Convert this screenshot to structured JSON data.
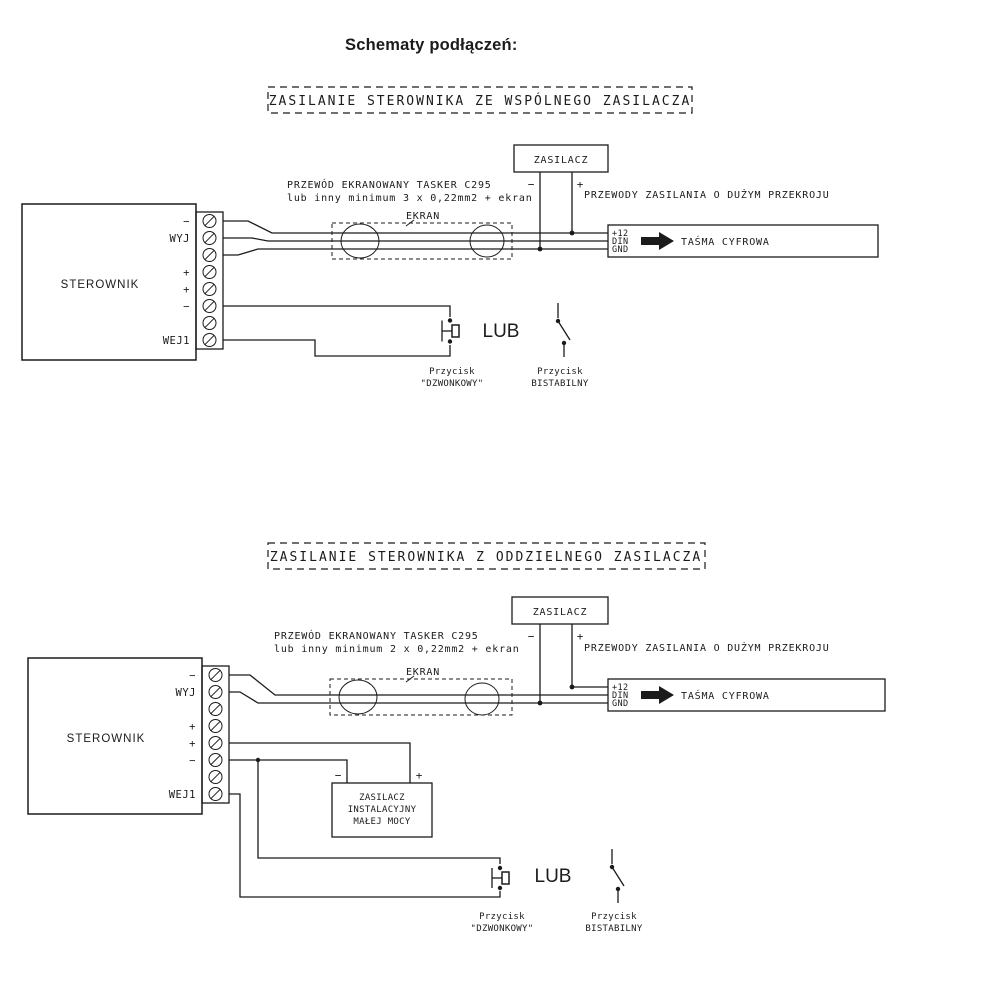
{
  "title": "Schematy podłączeń:",
  "top": {
    "banner": "ZASILANIE STEROWNIKA ZE WSPÓLNEGO ZASILACZA",
    "psu": {
      "label": "ZASILACZ",
      "minus": "−",
      "plus": "+"
    },
    "cable_note1": "PRZEWÓD EKRANOWANY TASKER C295",
    "cable_note2": "lub inny minimum 3 x 0,22mm2 + ekran",
    "power_note": "PRZEWODY ZASILANIA O DUŻYM PRZEKROJU",
    "shield": "EKRAN",
    "controller": {
      "label": "STEROWNIK",
      "t1": "−",
      "t2": "WYJ",
      "t4": "+",
      "t5": "+",
      "t6": "−",
      "t8": "WEJ1"
    },
    "strip": {
      "pin1": "+12",
      "pin2": "DIN",
      "pin3": "GND",
      "label": "TAŚMA CYFROWA"
    },
    "or": "LUB",
    "btn_momentary": {
      "line1": "Przycisk",
      "line2": "\"DZWONKOWY\""
    },
    "btn_bistable": {
      "line1": "Przycisk",
      "line2": "BISTABILNY"
    }
  },
  "bottom": {
    "banner": "ZASILANIE STEROWNIKA Z ODDZIELNEGO ZASILACZA",
    "psu": {
      "label": "ZASILACZ",
      "minus": "−",
      "plus": "+"
    },
    "cable_note1": "PRZEWÓD EKRANOWANY TASKER C295",
    "cable_note2": "lub inny minimum 2 x 0,22mm2 + ekran",
    "power_note": "PRZEWODY ZASILANIA O DUŻYM PRZEKROJU",
    "shield": "EKRAN",
    "controller": {
      "label": "STEROWNIK",
      "t1": "−",
      "t2": "WYJ",
      "t4": "+",
      "t5": "+",
      "t6": "−",
      "t8": "WEJ1"
    },
    "strip": {
      "pin1": "+12",
      "pin2": "DIN",
      "pin3": "GND",
      "label": "TAŚMA CYFROWA"
    },
    "psu_small": {
      "line1": "ZASILACZ",
      "line2": "INSTALACYJNY",
      "line3": "MAŁEJ MOCY",
      "minus": "−",
      "plus": "+"
    },
    "or": "LUB",
    "btn_momentary": {
      "line1": "Przycisk",
      "line2": "\"DZWONKOWY\""
    },
    "btn_bistable": {
      "line1": "Przycisk",
      "line2": "BISTABILNY"
    }
  }
}
